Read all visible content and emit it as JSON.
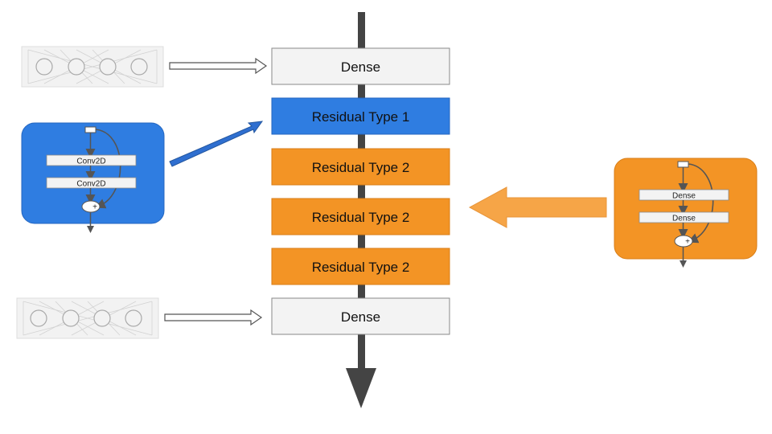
{
  "layers": [
    {
      "label": "Dense",
      "kind": "dense"
    },
    {
      "label": "Residual Type 1",
      "kind": "residual1"
    },
    {
      "label": "Residual Type 2",
      "kind": "residual2"
    },
    {
      "label": "Residual Type 2",
      "kind": "residual2"
    },
    {
      "label": "Residual Type 2",
      "kind": "residual2"
    },
    {
      "label": "Dense",
      "kind": "dense"
    }
  ],
  "residual_type_1_detail": {
    "layer_labels": [
      "Conv2D",
      "Conv2D"
    ],
    "sum_symbol": "+"
  },
  "residual_type_2_detail": {
    "layer_labels": [
      "Dense",
      "Dense"
    ],
    "sum_symbol": "+"
  },
  "colors": {
    "dense_fill": "#f3f3f3",
    "dense_stroke": "#8a8a8a",
    "residual1_fill": "#2f7de1",
    "residual2_fill": "#f39425",
    "spine": "#444444",
    "orange_arrow": "#f6a547",
    "blue_arrow": "#2f6fd0"
  }
}
